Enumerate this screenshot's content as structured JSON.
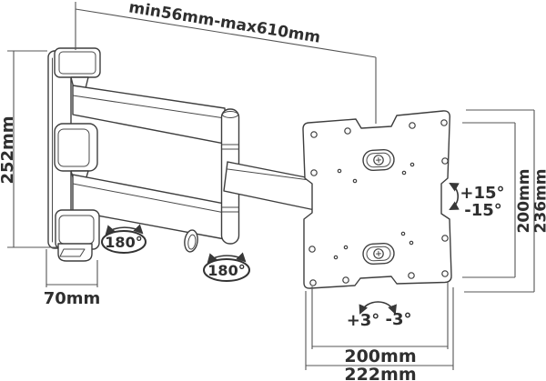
{
  "diagram": {
    "kind": "technical-dimension-drawing",
    "colors": {
      "background": "#ffffff",
      "drawing_line": "#3e3e3e",
      "dimension_line": "#555555",
      "label_text": "#2f2f2f"
    },
    "labels": {
      "extension_range": "min56mm-max610mm",
      "bracket_height": "252mm",
      "bracket_depth": "70mm",
      "swivel_joint_1": "180°",
      "swivel_joint_2": "180°",
      "tilt_up": "+15°",
      "tilt_down": "-15°",
      "vesa_vertical": "200mm",
      "plate_height": "236mm",
      "level_plus": "+3°",
      "level_minus": "-3°",
      "vesa_horizontal": "200mm",
      "plate_width": "222mm"
    }
  }
}
